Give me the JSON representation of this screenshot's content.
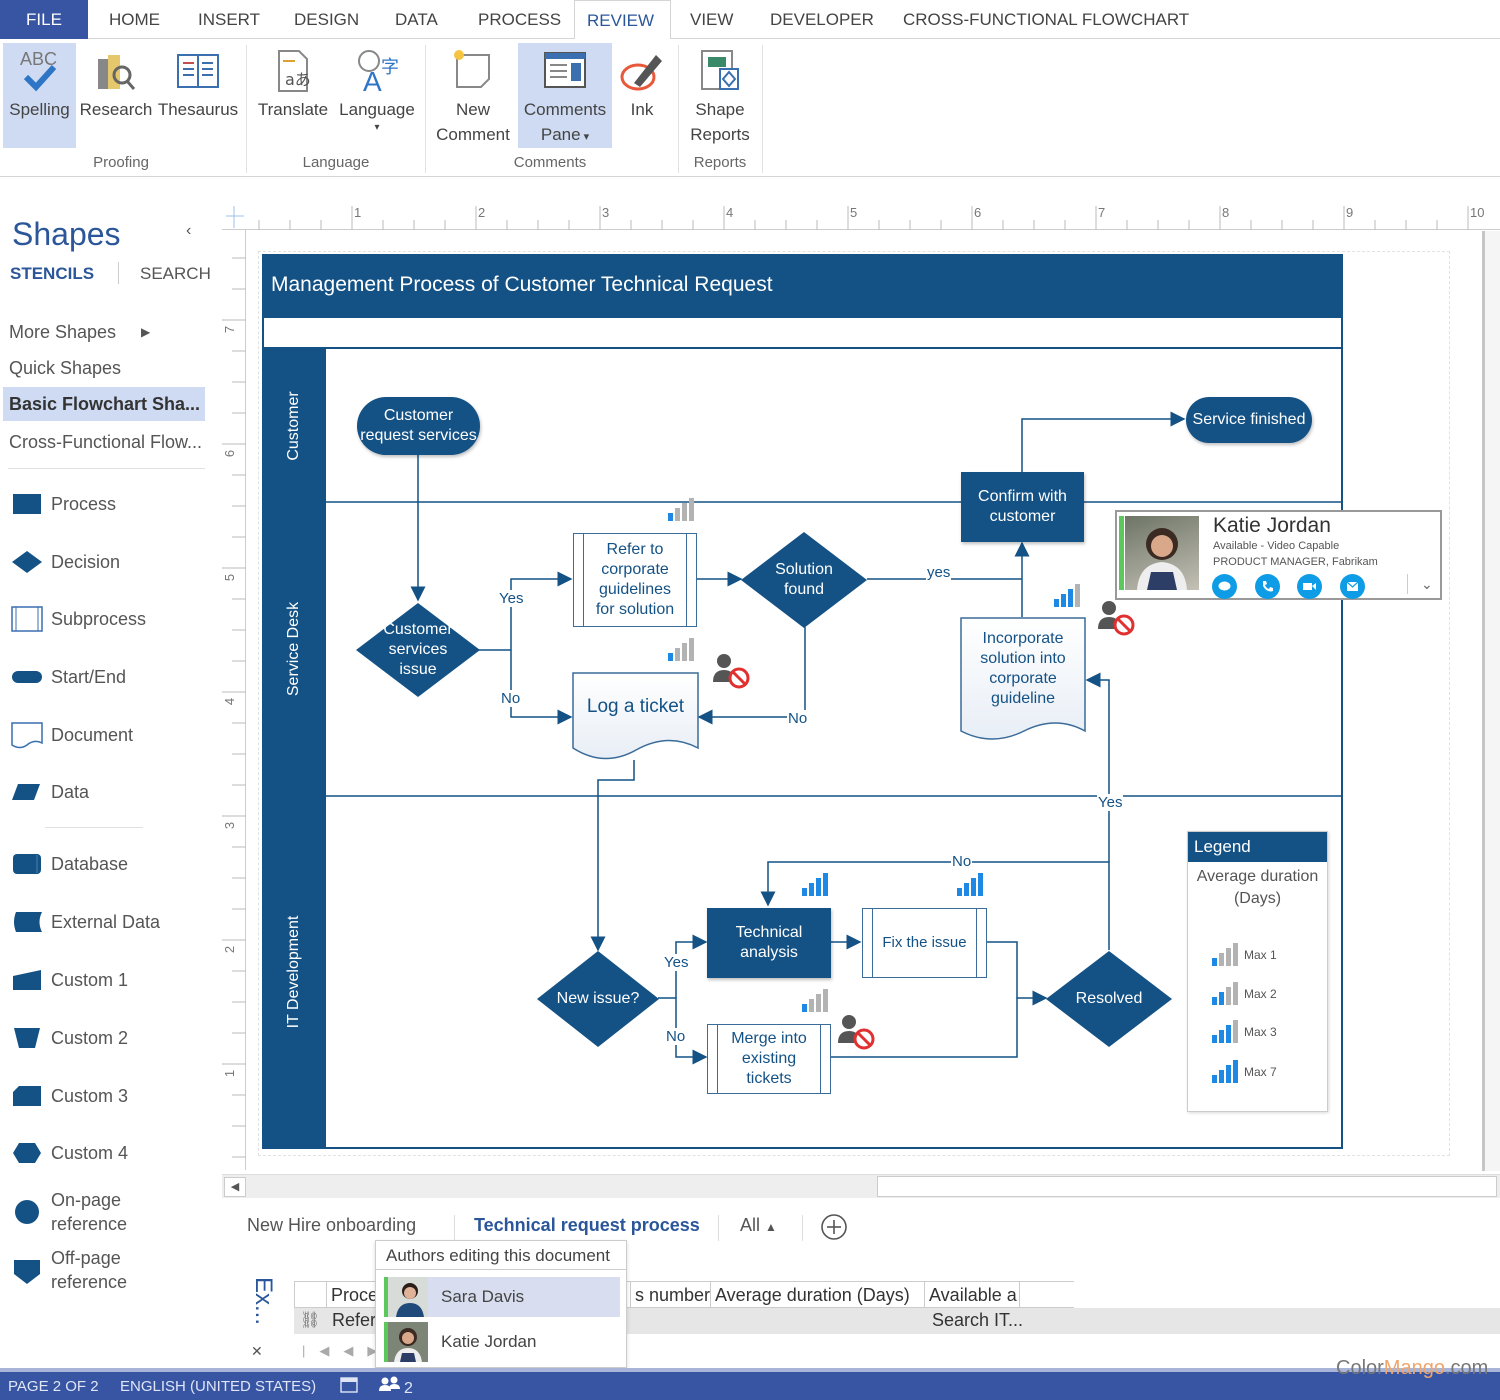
{
  "menu": {
    "tabs": [
      "FILE",
      "HOME",
      "INSERT",
      "DESIGN",
      "DATA",
      "PROCESS",
      "REVIEW",
      "VIEW",
      "DEVELOPER",
      "CROSS-FUNCTIONAL FLOWCHART"
    ],
    "active": "REVIEW"
  },
  "ribbon": {
    "groups": [
      {
        "name": "Proofing",
        "buttons": [
          "Spelling",
          "Research",
          "Thesaurus"
        ]
      },
      {
        "name": "Language",
        "buttons": [
          "Translate",
          "Language"
        ]
      },
      {
        "name": "Comments",
        "buttons": [
          "New Comment",
          "Comments Pane",
          "Ink"
        ]
      },
      {
        "name": "Reports",
        "buttons": [
          "Shape Reports"
        ]
      }
    ],
    "spelling_icon_text": "ABC",
    "new_line1": "New",
    "new_line2": "Comment",
    "pane_line1": "Comments",
    "pane_line2": "Pane",
    "shape_line1": "Shape",
    "shape_line2": "Reports"
  },
  "shapes_pane": {
    "title": "Shapes",
    "tabs": {
      "stencils": "STENCILS",
      "search": "SEARCH"
    },
    "stencil_list": [
      "More Shapes",
      "Quick Shapes",
      "Basic Flowchart Sha...",
      "Cross-Functional Flow..."
    ],
    "selected_stencil": "Basic Flowchart Sha...",
    "shapes": [
      "Process",
      "Decision",
      "Subprocess",
      "Start/End",
      "Document",
      "Data",
      "Database",
      "External Data",
      "Custom 1",
      "Custom 2",
      "Custom 3",
      "Custom 4",
      "On-page reference",
      "Off-page reference"
    ],
    "shape_labels_wrapped": {
      "onpage_1": "On-page",
      "onpage_2": "reference",
      "offpage_1": "Off-page",
      "offpage_2": "reference"
    }
  },
  "rulers": {
    "horizontal": [
      "1",
      "2",
      "3",
      "4",
      "5",
      "6",
      "7",
      "8",
      "9",
      "10"
    ],
    "vertical": [
      "7",
      "6",
      "5",
      "4",
      "3",
      "2",
      "1"
    ]
  },
  "diagram": {
    "title": "Management Process of Customer Technical Request",
    "lanes": [
      "Customer",
      "Service Desk",
      "IT Development"
    ],
    "nodes": {
      "customer_request": "Customer request services",
      "service_finished": "Service finished",
      "confirm": "Confirm with customer",
      "services_issue": "Customer services issue",
      "refer": "Refer to corporate guidelines for solution",
      "solution_found": "Solution found",
      "log_ticket": "Log a ticket",
      "incorporate": "Incorporate solution into corporate guideline",
      "new_issue": "New issue?",
      "technical": "Technical analysis",
      "fix": "Fix the issue",
      "merge": "Merge into existing tickets",
      "resolved": "Resolved"
    },
    "edge_labels": {
      "yes1": "Yes",
      "no1": "No",
      "yes_lower": "yes",
      "no2": "No",
      "yes3": "Yes",
      "no3": "No",
      "yes_resolved": "Yes",
      "no_resolved": "No"
    },
    "contact_card": {
      "name": "Katie Jordan",
      "status": "Available - Video Capable",
      "title": "PRODUCT MANAGER, Fabrikam",
      "actions": [
        "im-icon",
        "call-icon",
        "video-icon",
        "email-icon"
      ]
    },
    "legend": {
      "title": "Legend",
      "subtitle": "Average duration (Days)",
      "items": [
        {
          "label": "Max 1",
          "level": 1
        },
        {
          "label": "Max 2",
          "level": 2
        },
        {
          "label": "Max 3",
          "level": 3
        },
        {
          "label": "Max 7",
          "level": 4
        }
      ]
    },
    "colors": {
      "primary": "#145285",
      "bar_active": "#1e88e5",
      "bar_inactive": "#b3b3b3"
    }
  },
  "page_tabs": {
    "tabs": [
      "New Hire onboarding",
      "Technical request process",
      "All"
    ],
    "active": "Technical request process",
    "all_arrow": "▲"
  },
  "authors_popup": {
    "title": "Authors editing this document",
    "authors": [
      "Sara Davis",
      "Katie Jordan"
    ]
  },
  "data_window": {
    "title": "Ex...",
    "columns": [
      "Proce",
      "s number",
      "Average duration (Days)",
      "Available a"
    ],
    "row": {
      "first": "Refer",
      "search": "Search IT..."
    }
  },
  "status_bar": {
    "page": "PAGE 2 OF 2",
    "language": "ENGLISH (UNITED STATES)",
    "authors_count": "2"
  },
  "watermark": {
    "part1": "Color",
    "part2": "Mango",
    "part3": ".com"
  }
}
